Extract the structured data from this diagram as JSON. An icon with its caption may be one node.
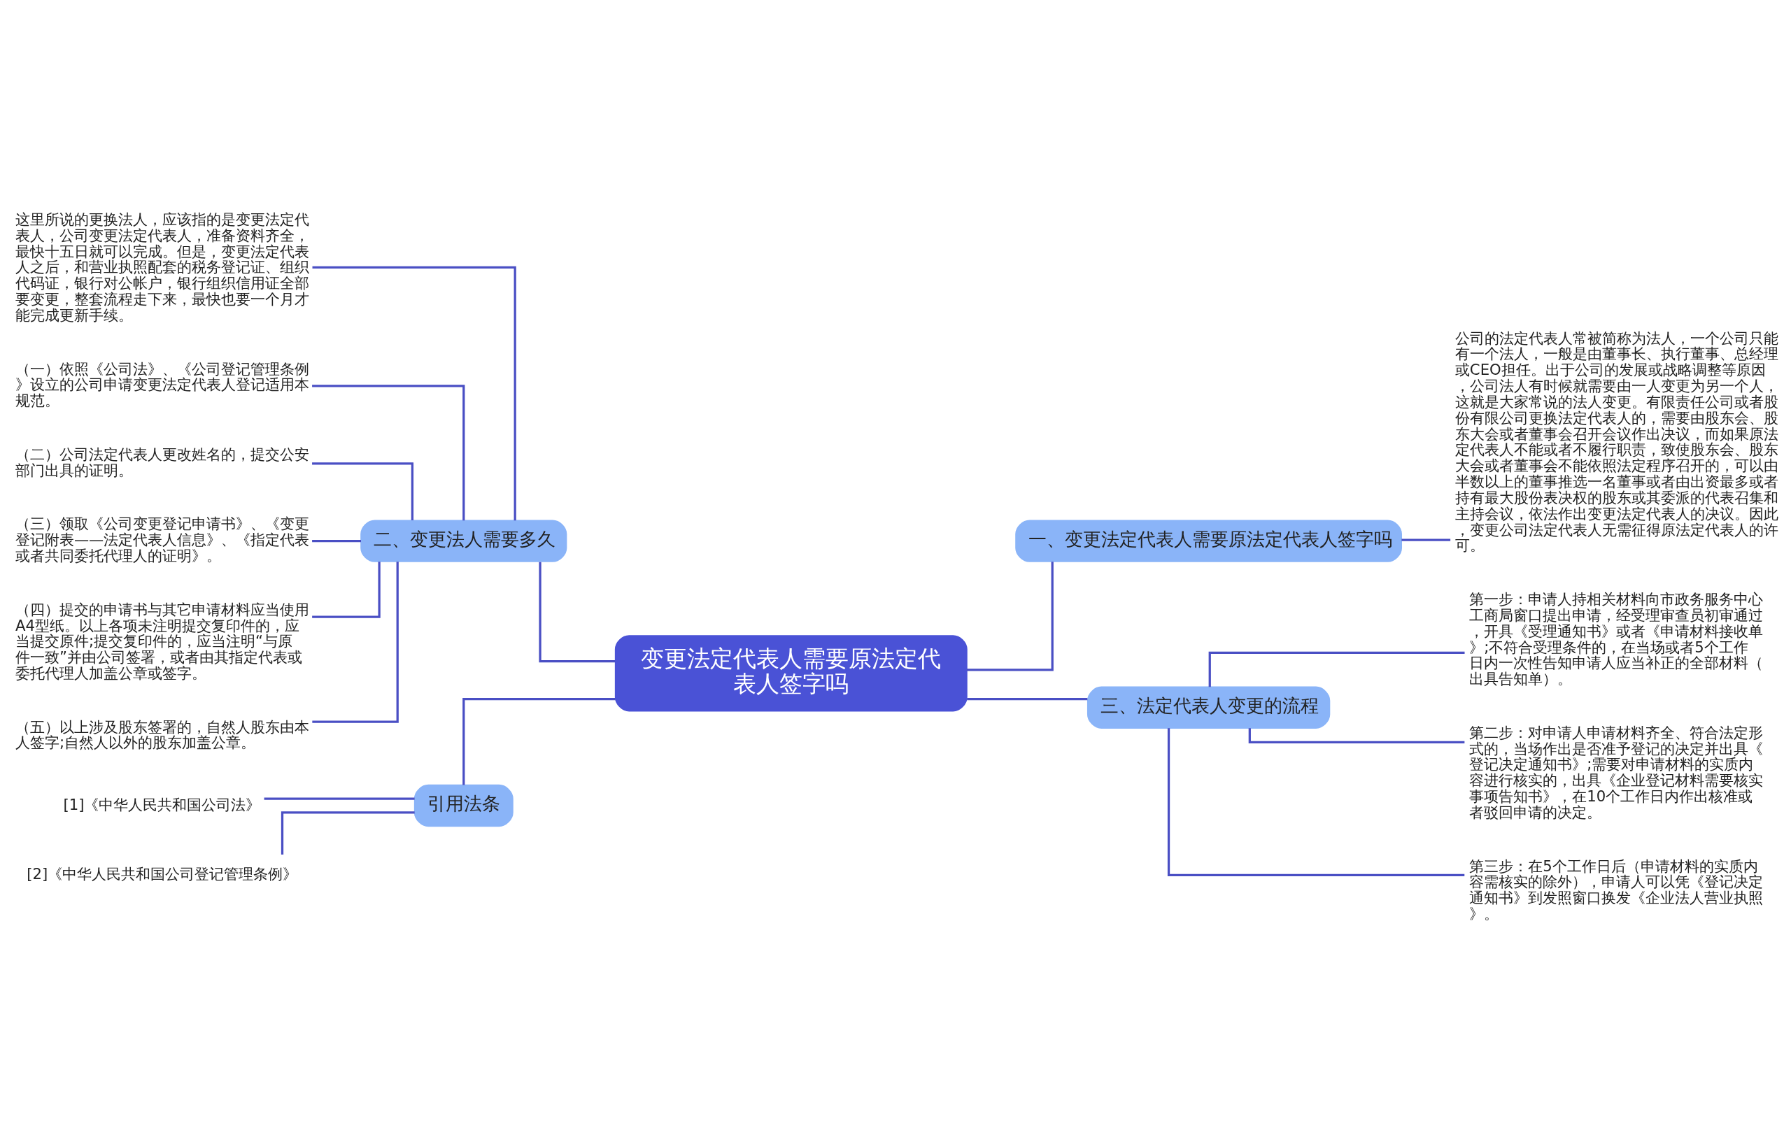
{
  "diagram": {
    "nodes": [
      {
        "text": [
          "变更法定代表人需要原法定代表人签字吗"
        ]
      },
      {
        "text": [
          "二、变更法人需要多久"
        ]
      },
      {
        "text": [
          "这里所说的更换法人，应该指的是变更法定代表人，公司变更法定代表人，准备资料齐全，最快十五日就可以完成。但是，变更法定代表人之后，和营业执照配套的税务登记证、组织代码证，银行对公帐户，银行组织信用证全部要变更，整套流程走下来，最快也要一个月才能完成更新手续。"
        ]
      },
      {
        "text": [
          "（一）依照《公司法》、《公司登记管理条例》设立的公司申请变更法定代表人登记适用本规范。"
        ]
      },
      {
        "text": [
          "（二）公司法定代表人更改姓名的，提交公安部门出具的证明。"
        ]
      },
      {
        "text": [
          "（三）领取《公司变更登记申请书》、《变更登记附表——法定代表人信息》、《指定代表或者共同委托代理人的证明》。"
        ]
      },
      {
        "text": [
          "（四）提交的申请书与其它申请材料应当使用A4型纸。以上各项未注明提交复印件的，应当提交原件;提交复印件的，应当注明“与原件一致”并由公司签署，或者由其指定代表或委托代理人加盖公章或签字。"
        ]
      },
      {
        "text": [
          "（五）以上涉及股东签署的，自然人股东由本人签字;自然人以外的股东加盖公章。"
        ]
      },
      {
        "text": [
          "引用法条"
        ]
      },
      {
        "text": [
          "[1]《中华人民共和国公司法》"
        ]
      },
      {
        "text": [
          "[2]《中华人民共和国公司登记管理条例》"
        ]
      },
      {
        "text": [
          "一、变更法定代表人需要原法定代表人签字吗"
        ]
      },
      {
        "text": [
          "公司的法定代表人常被简称为法人，一个公司只能有一个法人，一般是由董事长、执行董事、总经理或CEO担任。出于公司的发展或战略调整等原因，公司法人有时候就需要由一人变更为另一个人，这就是大家常说的法人变更。有限责任公司或者股份有限公司更换法定代表人的，需要由股东会、股东大会或者董事会召开会议作出决议，而如果原法定代表人不能或者不履行职责，致使股东会、股东大会或者董事会不能依照法定程序召开的，可以由半数以上的董事推选一名董事或者由出资最多或者持有最大股份表决权的股东或其委派的代表召集和主持会议，依法作出变更法定代表人的决议。因此，变更公司法定代表人无需征得原法定代表人的许可。"
        ]
      },
      {
        "text": [
          "三、法定代表人变更的流程"
        ]
      },
      {
        "text": [
          "第一步：申请人持相关材料向市政务服务中心工商局窗口提出申请，经受理审查员初审通过，开具《受理通知书》或者《申请材料接收单》;不符合受理条件的，在当场或者5个工作日内一次性告知申请人应当补正的全部材料（出具告知单）。"
        ]
      },
      {
        "text": [
          "第二步：对申请人申请材料齐全、符合法定形式的，当场作出是否准予登记的决定并出具《登记决定通知书》;需要对申请材料的实质内容进行核实的，出具《企业登记材料需要核实事项告知书》，在10个工作日内作出核准或者驳回申请的决定。"
        ]
      },
      {
        "text": [
          "第三步：在5个工作日后（申请材料的实质内容需核实的除外），申请人可以凭《登记决定通知书》到发照窗口换发《企业法人营业执照》。"
        ]
      }
    ],
    "edges": [
      {
        "from": 0,
        "to": 1,
        "arrow": "none"
      },
      {
        "from": 1,
        "to": 2,
        "arrow": "none"
      },
      {
        "from": 1,
        "to": 3,
        "arrow": "none"
      },
      {
        "from": 1,
        "to": 4,
        "arrow": "none"
      },
      {
        "from": 1,
        "to": 5,
        "arrow": "none"
      },
      {
        "from": 1,
        "to": 6,
        "arrow": "none"
      },
      {
        "from": 1,
        "to": 7,
        "arrow": "none"
      },
      {
        "from": 0,
        "to": 8,
        "arrow": "none"
      },
      {
        "from": 8,
        "to": 9,
        "arrow": "none"
      },
      {
        "from": 8,
        "to": 10,
        "arrow": "none"
      },
      {
        "from": 0,
        "to": 11,
        "arrow": "none"
      },
      {
        "from": 11,
        "to": 12,
        "arrow": "none"
      },
      {
        "from": 0,
        "to": 13,
        "arrow": "none"
      },
      {
        "from": 13,
        "to": 14,
        "arrow": "none"
      },
      {
        "from": 13,
        "to": 15,
        "arrow": "none"
      },
      {
        "from": 13,
        "to": 16,
        "arrow": "none"
      }
    ]
  }
}
